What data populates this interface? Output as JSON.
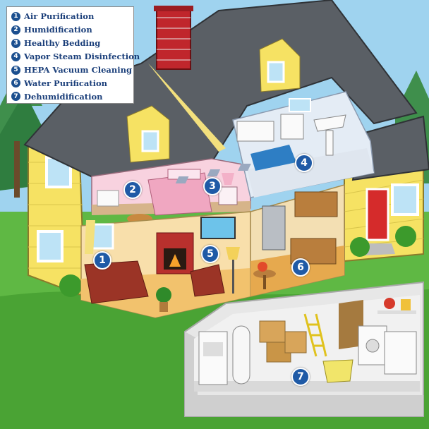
{
  "legend": {
    "items": [
      {
        "num": "1",
        "label": "Air Purification"
      },
      {
        "num": "2",
        "label": "Humidification"
      },
      {
        "num": "3",
        "label": "Healthy Bedding"
      },
      {
        "num": "4",
        "label": "Vapor Steam Disinfection"
      },
      {
        "num": "5",
        "label": "HEPA Vacuum Cleaning"
      },
      {
        "num": "6",
        "label": "Water Purification"
      },
      {
        "num": "7",
        "label": "Dehumidification"
      }
    ]
  },
  "callouts": {
    "living_room": "1",
    "bedroom_humidifier": "2",
    "bedroom_bed": "3",
    "bathroom": "4",
    "living_room_vacuum": "5",
    "kitchen": "6",
    "basement": "7"
  },
  "colors": {
    "sky": "#7fc1e8",
    "siding": "#f5e463",
    "roof": "#555a5f",
    "chimney": "#c0262c",
    "grass": "#58b13a",
    "callout": "#1f5aa6",
    "legend_text": "#1b3f7a"
  }
}
